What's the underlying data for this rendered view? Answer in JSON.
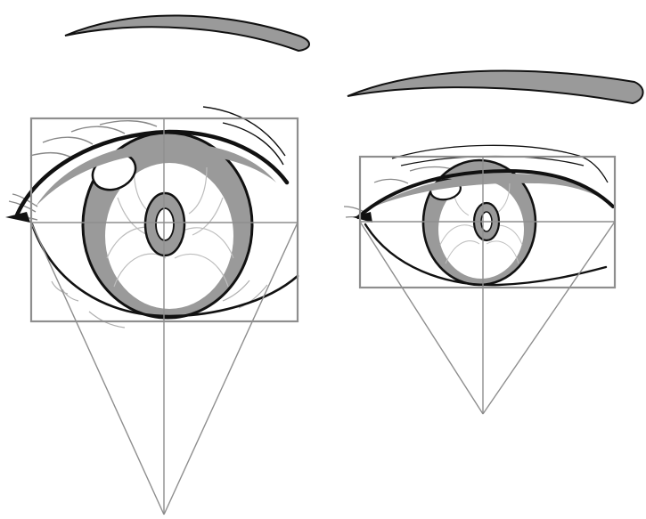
{
  "colors": {
    "background": "#ffffff",
    "ink": "#111111",
    "shade": "#9a9a9a",
    "guide": "#8e8e8e",
    "fine": "#b8b8b8",
    "highlight": "#ffffff"
  },
  "figures": [
    {
      "id": "eye-large",
      "kind": "eye-construction",
      "view": "front"
    },
    {
      "id": "eye-small",
      "kind": "eye-construction",
      "view": "three-quarter"
    }
  ]
}
